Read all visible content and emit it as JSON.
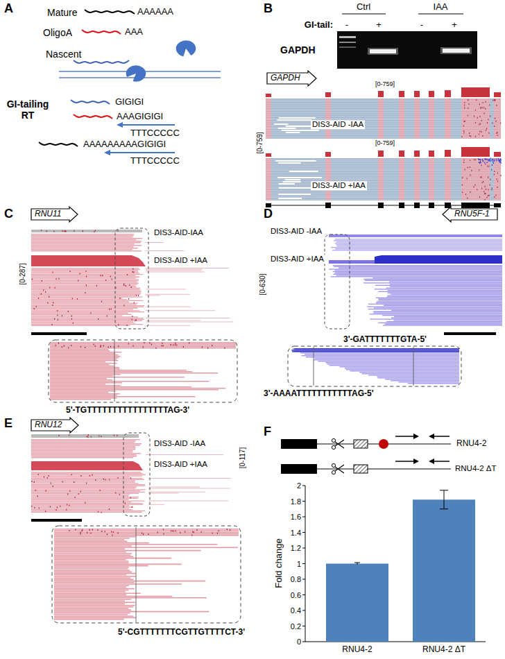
{
  "diagram": {
    "nodes": [
      {
        "text": [
          "GAPDH"
        ]
      },
      {
        "text": [
          "RNU11"
        ]
      },
      {
        "text": [
          "5'-TGTTTTTTTTTTTTTTTTAG-3'"
        ]
      },
      {
        "text": [
          "RNU5F-1"
        ]
      },
      {
        "text": [
          "3'-GATTTTTTTGTA-5'",
          "3'-AAAATTTTTTTTTTTAG-5'"
        ]
      },
      {
        "text": [
          "RNU12"
        ]
      },
      {
        "text": [
          "5'-CGTTTTTTTCGTTGTTTTCT-3'"
        ]
      }
    ],
    "labels": [
      "A",
      "Mature",
      "AAAAAA",
      "OligoA",
      "AAA",
      "Nascent",
      "GI-tailing RT",
      "GIGIGI",
      "AAAGIGIGI",
      "TTTCCCCC",
      "AAAAAAAAAGIGIGI",
      "TTTCCCCC",
      "B",
      "Ctrl",
      "IAA",
      "GI-tail:",
      "-",
      "+",
      "-",
      "+",
      "GAPDH",
      "[0-759]",
      "DIS3-AID -IAA",
      "[0-759]",
      "[0-759]",
      "DIS3-AID +IAA",
      "C",
      "DIS3-AID-IAA",
      "[0-287]",
      "DIS3-AID +IAA",
      "D",
      "DIS3-AID -IAA",
      "[0-630]",
      "DIS3-AID +IAA",
      "E",
      "DIS3-AID -IAA",
      "[0-117]",
      "DIS3-AID +IAA",
      "F",
      "RNU4-2",
      "RNU4-2 ΔT",
      "Fold change",
      "2",
      "1.8",
      "1.6",
      "1.4",
      "1.2",
      "1",
      "0.8",
      "0.6",
      "0.4",
      "0.2",
      "0",
      "RNU4-2",
      "RNU4-2 ΔT"
    ]
  }
}
